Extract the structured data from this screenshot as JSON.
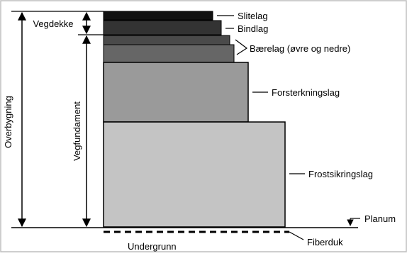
{
  "diagram": {
    "labels": {
      "slitelag": "Slitelag",
      "bindlag": "Bindlag",
      "baerelag": "Bærelag (øvre og nedre)",
      "forsterkningslag": "Forsterkningslag",
      "frostsikringslag": "Frostsikringslag",
      "planum": "Planum",
      "fiberduk": "Fiberduk",
      "undergrunn": "Undergrunn",
      "vegdekke": "Vegdekke",
      "vegfundament": "Vegfundament",
      "overbygning": "Overbygning"
    },
    "colors": {
      "slitelag": "#111111",
      "bindlag": "#333333",
      "baerelag_upper": "#4a4a4a",
      "baerelag_lower": "#666666",
      "forsterkningslag": "#9a9a9a",
      "frostsikringslag": "#c4c4c4",
      "outline": "#000000",
      "frame": "#bdbdbd"
    }
  }
}
